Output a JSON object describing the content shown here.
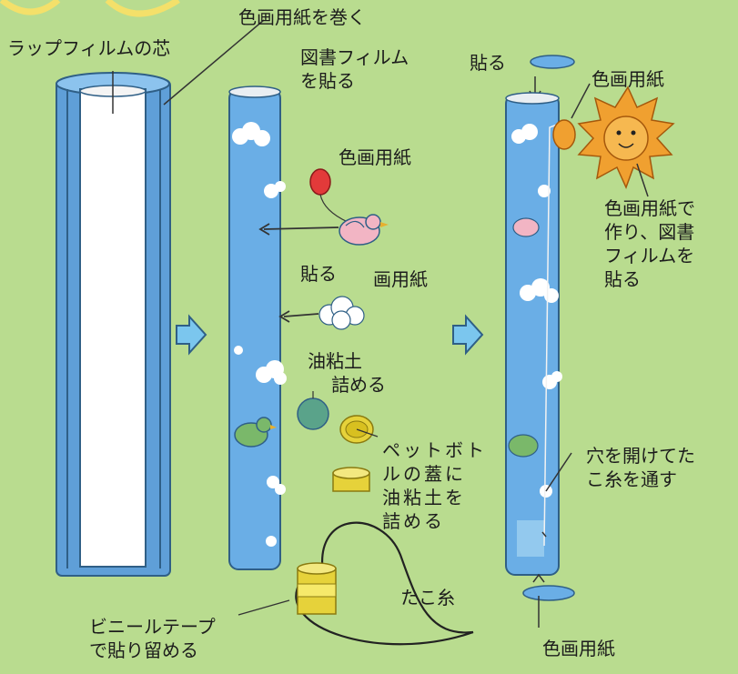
{
  "colors": {
    "background": "#b9dc8f",
    "tube_blue": "#6aaee6",
    "outline": "#2f5f86",
    "cloud": "#ffffff",
    "sun": "#f0a030",
    "cap": "#e6d23a",
    "clay": "#5aa38a",
    "bird_green": "#7ab86a",
    "bird_pink": "#f2b5c4",
    "balloon": "#e23a3a",
    "arrow": "#7bc6ee"
  },
  "icons": {
    "step_arrow": "block-arrow-right",
    "sun": "smiling-sun",
    "bird": "bird",
    "cloud": "cloud",
    "cap": "bottle-cap"
  },
  "labels": {
    "wrap_core": "ラップフィルムの芯",
    "wrap_colored_paper": "色画用紙を巻く",
    "book_film": "図書フィルム\nを貼る",
    "colored_paper_mid": "色画用紙",
    "paste_mid": "貼る",
    "drawing_paper": "画用紙",
    "clay_fill": "油粘土\n詰める",
    "pet_cap": "ペットボト\nルの蓋に\n油粘土を\n詰める",
    "kite_string": "たこ糸",
    "vinyl_tape": "ビニールテープ\nで貼り留める",
    "paste_right": "貼る",
    "colored_paper_top": "色画用紙",
    "sun_note": "色画用紙で\n作り、図書\nフィルムを\n貼る",
    "hole_note": "穴を開けてた\nこ糸を通す",
    "colored_paper_bottom": "色画用紙"
  }
}
